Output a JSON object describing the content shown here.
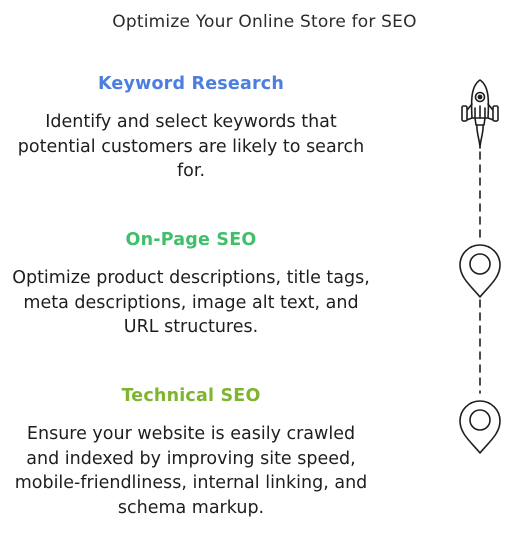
{
  "title": "Optimize Your Online Store for SEO",
  "steps": [
    {
      "heading": "Keyword Research",
      "heading_color": "#4a7fe0",
      "description": "Identify and select keywords that potential customers are likely to search for.",
      "icon": "rocket-icon"
    },
    {
      "heading": "On-Page SEO",
      "heading_color": "#3fbf6a",
      "description": "Optimize product descriptions, title tags, meta descriptions, image alt text, and URL structures.",
      "icon": "map-pin-icon"
    },
    {
      "heading": "Technical SEO",
      "heading_color": "#7db52f",
      "description": "Ensure your website is easily crawled and indexed by improving site speed, mobile-friendliness, internal linking, and schema markup.",
      "icon": "map-pin-icon"
    }
  ],
  "colors": {
    "text": "#1e1e1e",
    "line": "#1e1e1e"
  }
}
